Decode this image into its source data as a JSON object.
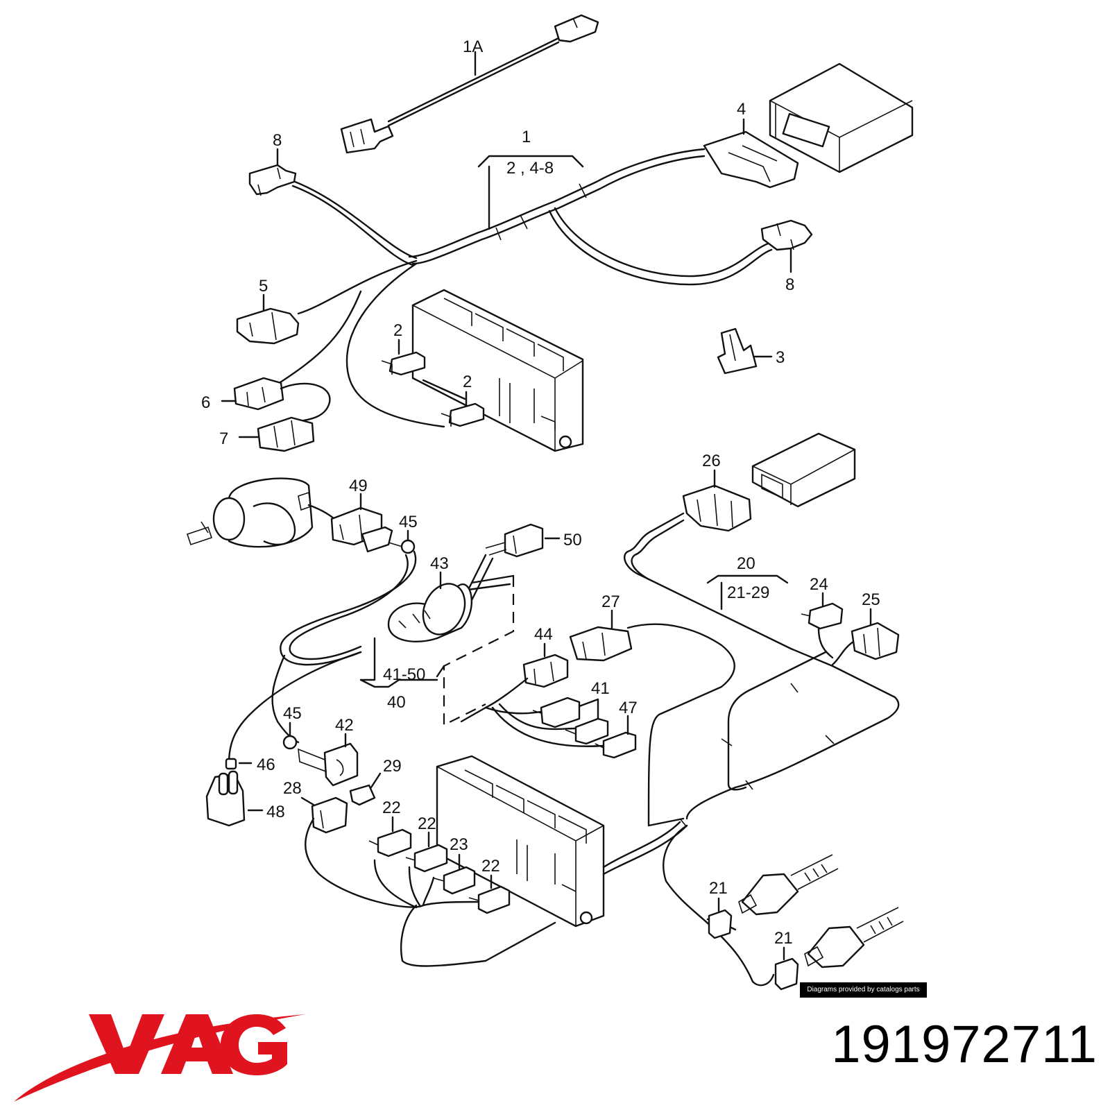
{
  "diagram": {
    "callouts": {
      "c_1A": "1A",
      "c_1": "1",
      "c_1_sub": "2 , 4-8",
      "c_4": "4",
      "c_8a": "8",
      "c_8b": "8",
      "c_5": "5",
      "c_2a": "2",
      "c_2b": "2",
      "c_3": "3",
      "c_6": "6",
      "c_7": "7",
      "c_26": "26",
      "c_49": "49",
      "c_45a": "45",
      "c_50": "50",
      "c_43": "43",
      "c_20": "20",
      "c_20_sub": "21-29",
      "c_24": "24",
      "c_25": "25",
      "c_27": "27",
      "c_44": "44",
      "c_41": "41",
      "c_47": "47",
      "c_41_50": "41-50",
      "c_40": "40",
      "c_45b": "45",
      "c_42": "42",
      "c_29": "29",
      "c_46": "46",
      "c_28": "28",
      "c_48": "48",
      "c_22a": "22",
      "c_22b": "22",
      "c_23": "23",
      "c_22c": "22",
      "c_21a": "21",
      "c_21b": "21"
    },
    "credit": "Diagrams provided by catalogs parts"
  },
  "brand": {
    "logo_text": "VAG",
    "logo_color": "#e0141e"
  },
  "part_number": "191972711"
}
